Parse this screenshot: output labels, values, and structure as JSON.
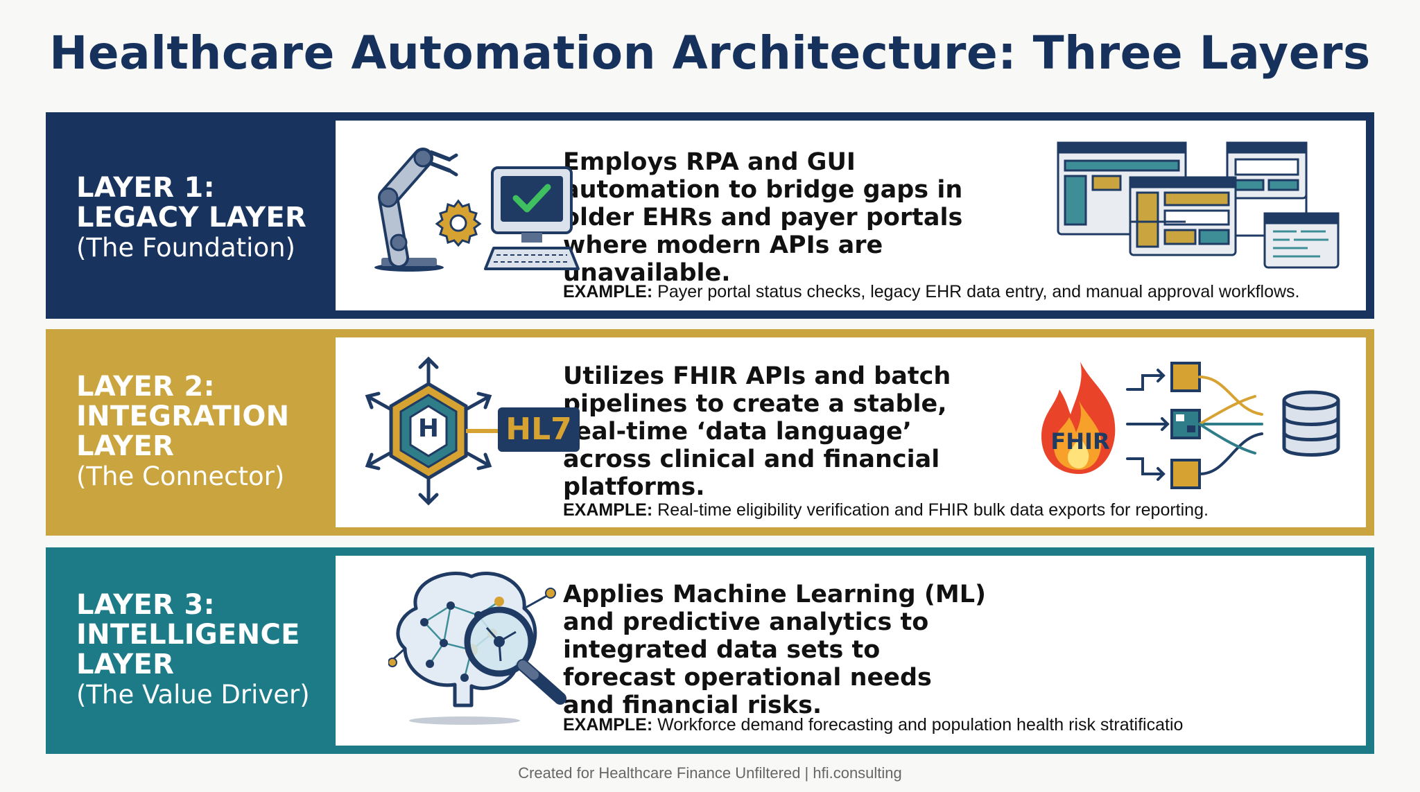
{
  "title": "Healthcare Automation Architecture: Three Layers",
  "colors": {
    "layer1": "#19335f",
    "layer2": "#c9a43f",
    "layer3": "#1d7b87",
    "title": "#16325c"
  },
  "layers": [
    {
      "heading_line1": "LAYER 1:",
      "heading_line2": "LEGACY LAYER",
      "subtitle": "(The Foundation)",
      "description": "Employs RPA and GUI automation to bridge gaps in older EHRs and payer portals where modern APIs are unavailable.",
      "example_label": "EXAMPLE:",
      "example_text": "Payer portal status checks, legacy EHR data entry, and manual approval workflows.",
      "icons": [
        "robot-arm-icon",
        "gear-icon",
        "computer-checkmark-icon",
        "browser-windows-icon"
      ]
    },
    {
      "heading_line1": "LAYER 2:",
      "heading_line2": "INTEGRATION",
      "heading_line3": "LAYER",
      "subtitle": "(The Connector)",
      "description": "Utilizes FHIR APIs and batch pipelines to create a stable, real-time ‘data language’ across clinical and financial platforms.",
      "example_label": "EXAMPLE:",
      "example_text": "Real-time eligibility verification and FHIR bulk data exports for reporting.",
      "hex_letter": "H",
      "hl7_label": "HL7",
      "fhir_label": "FHIR",
      "icons": [
        "hexagon-hub-icon",
        "hl7-badge-icon",
        "fhir-flame-icon",
        "data-pipeline-icon",
        "database-icon"
      ]
    },
    {
      "heading_line1": "LAYER 3:",
      "heading_line2": "INTELLIGENCE",
      "heading_line3": "LAYER",
      "subtitle": "(The Value Driver)",
      "description": "Applies Machine Learning (ML) and predictive analytics to integrated data sets to forecast operational needs and financial risks.",
      "example_label": "EXAMPLE:",
      "example_text": "Workforce demand forecasting and population health risk stratificatio",
      "icons": [
        "brain-network-icon",
        "magnifier-icon"
      ]
    }
  ],
  "footer": "Created for Healthcare Finance Unfiltered | hfi.consulting"
}
